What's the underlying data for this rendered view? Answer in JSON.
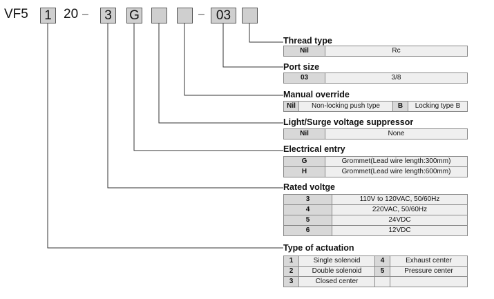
{
  "code": {
    "prefix": "VF5",
    "box1": "1",
    "mid": "20",
    "sep1": "–",
    "box2": "3",
    "box3": "G",
    "box4": "",
    "box5": "",
    "sep2": "–",
    "box6": "03",
    "box7": ""
  },
  "thread_type": {
    "title": "Thread type",
    "rows": [
      {
        "key": "Nil",
        "value": "Rc"
      }
    ]
  },
  "port_size": {
    "title": "Port size",
    "rows": [
      {
        "key": "03",
        "value": "3/8"
      }
    ]
  },
  "manual_override": {
    "title": "Manual override",
    "k1": "Nil",
    "v1": "Non-locking push type",
    "k2": "B",
    "v2": "Locking type B"
  },
  "surge": {
    "title": "Light/Surge voltage suppressor",
    "rows": [
      {
        "key": "Nil",
        "value": "None"
      }
    ]
  },
  "electrical_entry": {
    "title": "Electrical entry",
    "rows": [
      {
        "key": "G",
        "value": "Grommet(Lead wire length:300mm)"
      },
      {
        "key": "H",
        "value": "Grommet(Lead wire length:600mm)"
      }
    ]
  },
  "rated_voltage": {
    "title": "Rated voltge",
    "rows": [
      {
        "key": "3",
        "value": "110V to 120VAC, 50/60Hz"
      },
      {
        "key": "4",
        "value": "220VAC, 50/60Hz"
      },
      {
        "key": "5",
        "value": "24VDC"
      },
      {
        "key": "6",
        "value": "12VDC"
      }
    ]
  },
  "actuation": {
    "title": "Type of actuation",
    "r1": {
      "k1": "1",
      "v1": "Single solenoid",
      "k2": "4",
      "v2": "Exhaust center"
    },
    "r2": {
      "k1": "2",
      "v1": "Double solenoid",
      "k2": "5",
      "v2": "Pressure center"
    },
    "r3": {
      "k1": "3",
      "v1": "Closed center"
    }
  },
  "colors": {
    "box_fill": "#cfcfcf",
    "key_fill": "#d8d8d8",
    "value_fill": "#efefef",
    "line": "#333333"
  }
}
